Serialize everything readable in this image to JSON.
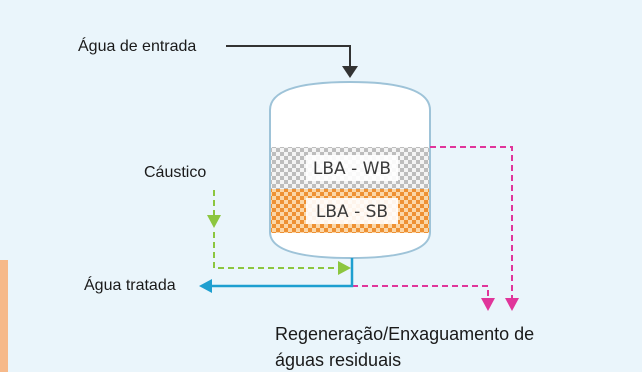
{
  "labels": {
    "inlet_water": "Água de entrada",
    "caustic": "Cáustico",
    "treated_water": "Água tratada",
    "waste_line1": "Regeneração/Enxaguamento de",
    "waste_line2": "águas residuais"
  },
  "layers": [
    {
      "name": "LBA - WB",
      "color": "#c9c9c9"
    },
    {
      "name": "LBA - SB",
      "color": "#f0a050"
    }
  ],
  "colors": {
    "background": "#eaf5fb",
    "vessel_fill": "#ffffff",
    "vessel_stroke": "#9ec3d8",
    "inlet_line": "#333333",
    "caustic_line": "#8cc63f",
    "treated_line": "#1e9fd0",
    "waste_line": "#e0359a"
  }
}
